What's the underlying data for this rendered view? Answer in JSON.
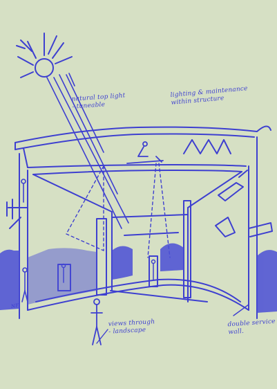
{
  "annotations": {
    "top_light": [
      "natural top light",
      "- tuneable"
    ],
    "lighting": [
      "lighting & maintenance",
      "within structure"
    ],
    "views": [
      "views through",
      "- landscape"
    ],
    "service_wall": [
      "double service",
      "wall."
    ],
    "signature": "NF"
  },
  "colors": {
    "background": "#d6e0c4",
    "ink": "#3d3fd0",
    "landscape": "#4b4fd6"
  }
}
